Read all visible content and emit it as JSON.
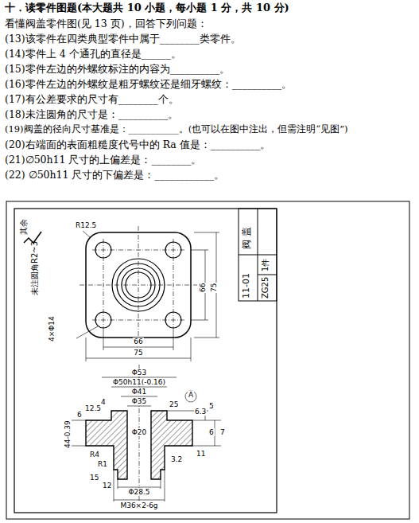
{
  "diagram": {
    "title": "十．读零件图题(本大题共 10 小题，每小题 1 分，共 10 分)",
    "labels": [
      "看懂阀盖零件图(见 13 页)，回答下列问题：",
      "(13)该零件在四类典型零件中属于________类零件。",
      "(14)零件上 4 个通孔的直径是______。",
      "(15)零件左边的外螺纹标注的内容为__________。",
      "(16)零件左边的外螺纹是粗牙螺纹还是细牙螺纹：__________。",
      "(17)有公差要求的尺寸有________个。",
      "(18)未注圆角的尺寸是：__________。",
      "(19)阀盖的径向尺寸基准是：___________。(也可以在图中注出，但需注明“见图”)",
      "(20)右端面的表面粗糙度代号中的 Ra 值是：__________。",
      "(21)∅50h11 尺寸的上偏差是：________。",
      "(22) ∅50h11 尺寸的下偏差是：____________。",
      "阀 盖",
      "11-01",
      "1件",
      "ZG25",
      "其余",
      "未注圆角R2~3",
      "R12.5",
      "4×Φ14",
      "66",
      "75",
      "66",
      "75",
      "Φ53",
      "Φ50h11(-0.16)",
      "Φ41",
      "Φ35",
      "Φ20",
      "Φ28.5",
      "M36×2-6g",
      "44-0.39",
      "4",
      "6",
      "5",
      "6",
      "7",
      "11",
      "15",
      "12",
      "R4",
      "R1",
      "A",
      "12.5",
      "25",
      "6.3",
      "3.2"
    ]
  }
}
